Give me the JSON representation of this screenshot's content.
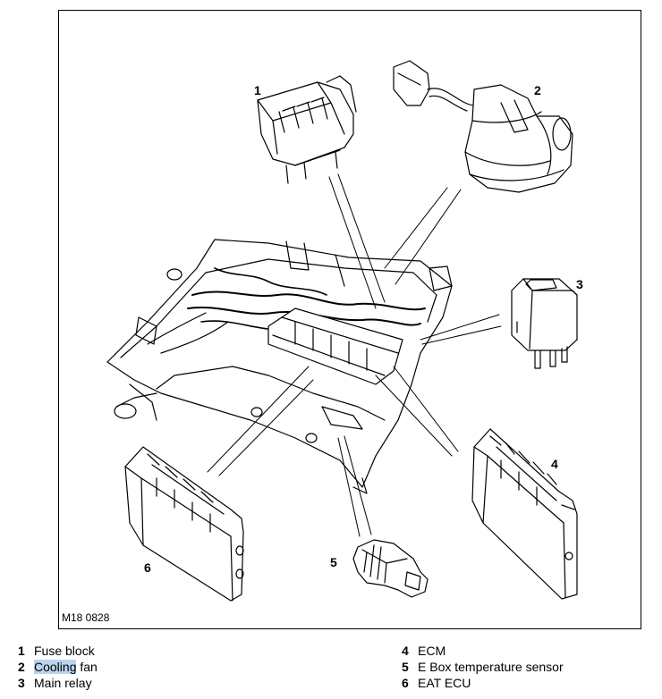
{
  "figure": {
    "code": "M18 0828",
    "callouts": [
      "1",
      "2",
      "3",
      "4",
      "5",
      "6"
    ]
  },
  "legend": {
    "left": [
      {
        "num": "1",
        "label": "Fuse block"
      },
      {
        "num": "2",
        "label_pre": "",
        "label_highlight": "Cooling",
        "label_post": " fan"
      },
      {
        "num": "3",
        "label": "Main relay"
      }
    ],
    "right": [
      {
        "num": "4",
        "label": "ECM"
      },
      {
        "num": "5",
        "label": "E Box temperature sensor"
      },
      {
        "num": "6",
        "label": "EAT ECU"
      }
    ]
  },
  "colors": {
    "line": "#000000",
    "text_highlight": "#b9d3ee"
  }
}
